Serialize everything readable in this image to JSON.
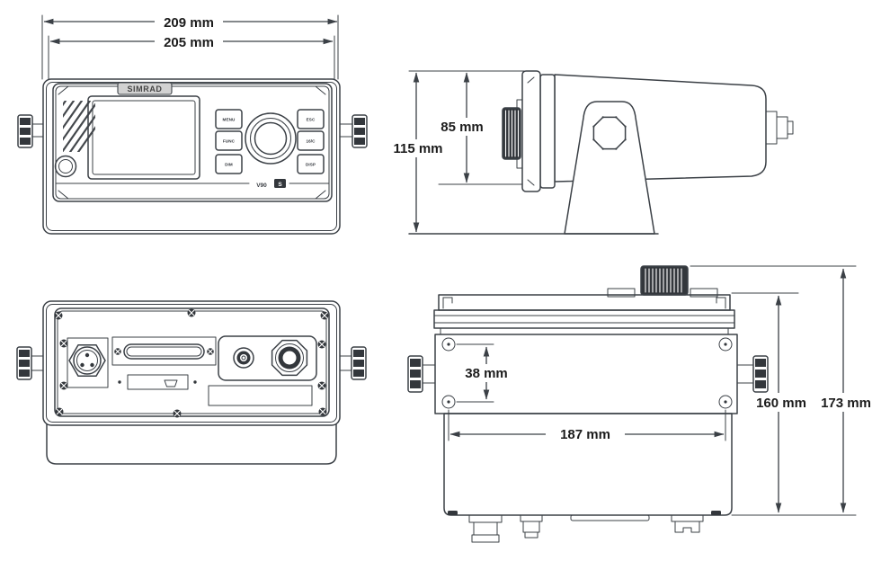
{
  "front_view": {
    "dim_overall_width": "209 mm",
    "dim_panel_width": "205 mm",
    "brand": "SIMRAD",
    "model": "V90",
    "model_suffix": "S",
    "buttons_left": [
      "MENU",
      "FUNC",
      "DIM"
    ],
    "buttons_right": [
      "ESC",
      "16/C",
      "DISP"
    ]
  },
  "side_view": {
    "dim_panel_height": "85 mm",
    "dim_overall_height": "115 mm"
  },
  "transceiver_view": {
    "dim_hole_spacing_vertical": "38 mm",
    "dim_hole_spacing_horizontal": "187 mm",
    "dim_body_height": "160 mm",
    "dim_overall_height": "173 mm"
  },
  "colors": {
    "line": "#3b4046",
    "text": "#1c1c1c",
    "dark_fill": "#33373c",
    "background": "#ffffff"
  }
}
